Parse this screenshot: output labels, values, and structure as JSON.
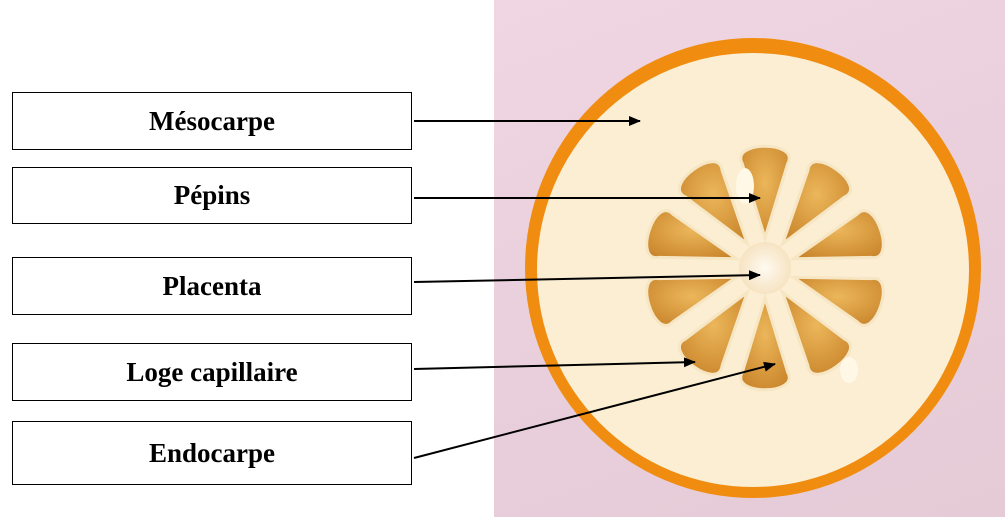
{
  "labels": [
    {
      "text": "Mésocarpe"
    },
    {
      "text": "Pépins"
    },
    {
      "text": "Placenta"
    },
    {
      "text": "Loge capillaire"
    },
    {
      "text": "Endocarpe"
    }
  ],
  "colors": {
    "background": "#ea d0dd",
    "peel": "#f28f12",
    "mesocarp": "#fbeed2",
    "segment": "#e0a03d",
    "segment_dark": "#c9852a",
    "arrow": "#000000"
  }
}
